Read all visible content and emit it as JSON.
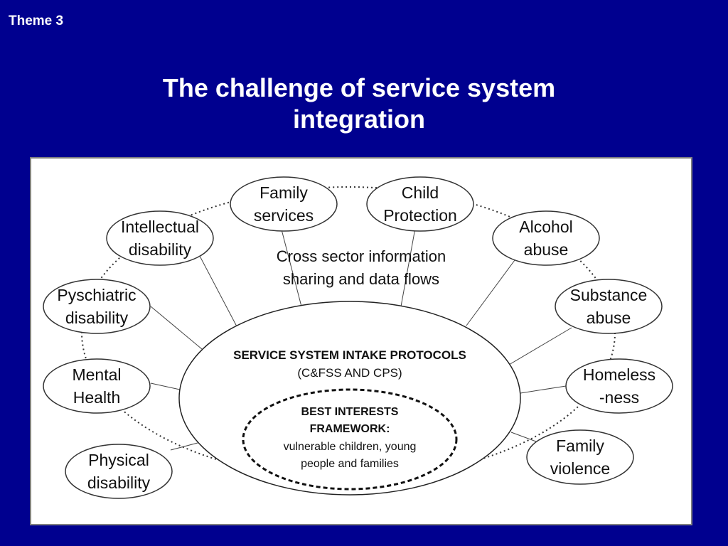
{
  "header": {
    "theme": "Theme 3",
    "title_line1": "The challenge of service system",
    "title_line2": "integration"
  },
  "diagram": {
    "center_label_line1": "Cross sector information",
    "center_label_line2": "sharing and data flows",
    "intake": {
      "title": "SERVICE SYSTEM INTAKE PROTOCOLS",
      "subtitle": "(C&FSS AND CPS)"
    },
    "best_interests": {
      "line1": "BEST INTERESTS",
      "line2": "FRAMEWORK:",
      "line3": "vulnerable children, young",
      "line4": "people and families"
    },
    "nodes": [
      {
        "id": "family-services",
        "line1": "Family",
        "line2": "services"
      },
      {
        "id": "child-protection",
        "line1": "Child",
        "line2": "Protection"
      },
      {
        "id": "intellectual-disability",
        "line1": "Intellectual",
        "line2": "disability"
      },
      {
        "id": "alcohol-abuse",
        "line1": "Alcohol",
        "line2": "abuse"
      },
      {
        "id": "pyschiatric-disability",
        "line1": "Pyschiatric",
        "line2": "disability"
      },
      {
        "id": "substance-abuse",
        "line1": "Substance",
        "line2": "abuse"
      },
      {
        "id": "mental-health",
        "line1": "Mental",
        "line2": "Health"
      },
      {
        "id": "homelessness",
        "line1": "Homeless",
        "line2": "-ness"
      },
      {
        "id": "physical-disability",
        "line1": "Physical",
        "line2": "disability"
      },
      {
        "id": "family-violence",
        "line1": "Family",
        "line2": "violence"
      }
    ]
  },
  "colors": {
    "background": "#00008f",
    "title_text": "#ffffff",
    "diagram_background": "#ffffff",
    "diagram_lines": "#333333"
  }
}
